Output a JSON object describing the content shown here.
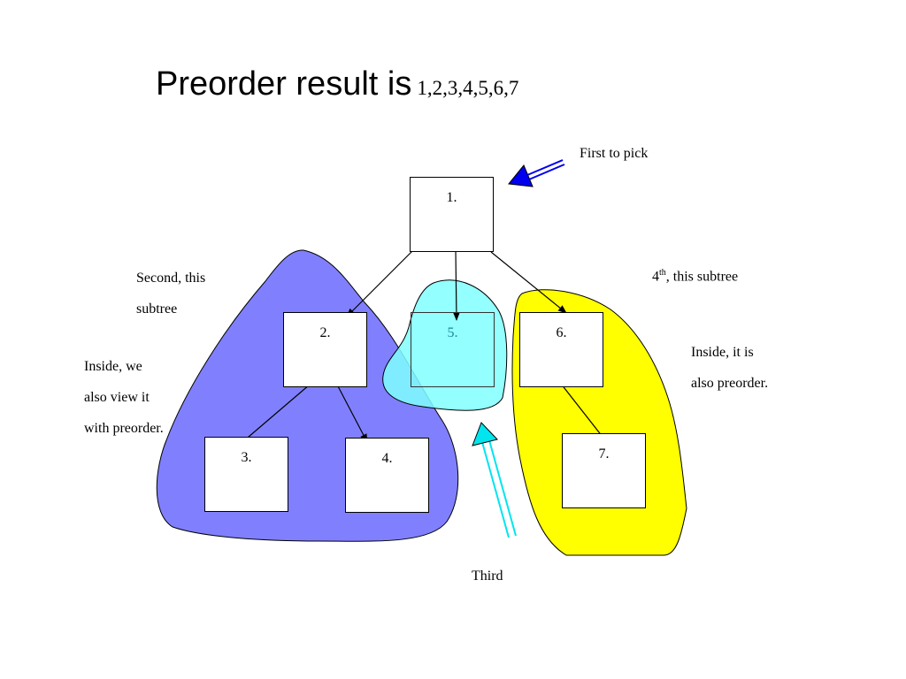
{
  "title": {
    "main": "Preorder result is",
    "sequence": "1,2,3,4,5,6,7"
  },
  "nodes": {
    "n1": "1.",
    "n2": "2.",
    "n3": "3.",
    "n4": "4.",
    "n5": "5.",
    "n6": "6.",
    "n7": "7."
  },
  "annotations": {
    "first": "First to pick",
    "second_line1": "Second, this",
    "second_line2": "subtree",
    "inside_left_line1": "Inside, we",
    "inside_left_line2": "also view it",
    "inside_left_line3": "with preorder.",
    "fourth_num": "4",
    "fourth_sup": "th",
    "fourth_rest": ", this subtree",
    "inside_right_line1": "Inside, it is",
    "inside_right_line2": "also preorder.",
    "third": "Third"
  },
  "colors": {
    "left_subtree": "#8080ff",
    "middle_subtree": "#80ffff",
    "right_subtree": "#ffff00",
    "first_arrow": "#0000ee",
    "third_arrow": "#00e5ee"
  }
}
